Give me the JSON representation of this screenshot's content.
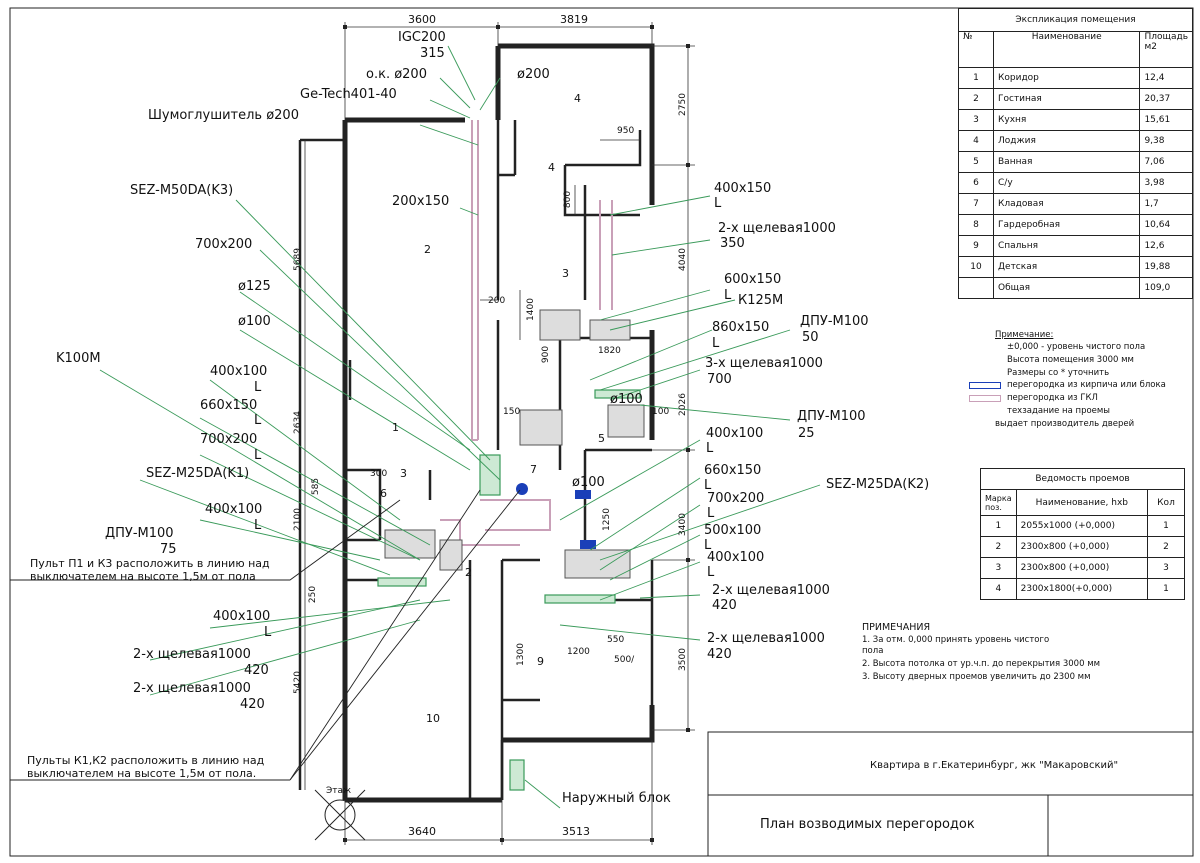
{
  "explication": {
    "title": "Экспликация помещения",
    "col_no": "№",
    "col_name": "Наименование",
    "col_area": "Площадь м2",
    "rows": [
      {
        "no": "1",
        "name": "Коридор",
        "area": "12,4"
      },
      {
        "no": "2",
        "name": "Гостиная",
        "area": "20,37"
      },
      {
        "no": "3",
        "name": "Кухня",
        "area": "15,61"
      },
      {
        "no": "4",
        "name": "Лоджия",
        "area": "9,38"
      },
      {
        "no": "5",
        "name": "Ванная",
        "area": "7,06"
      },
      {
        "no": "6",
        "name": "С/у",
        "area": "3,98"
      },
      {
        "no": "7",
        "name": "Кладовая",
        "area": "1,7"
      },
      {
        "no": "8",
        "name": "Гардеробная",
        "area": "10,64"
      },
      {
        "no": "9",
        "name": "Спальня",
        "area": "12,6"
      },
      {
        "no": "10",
        "name": "Детская",
        "area": "19,88"
      },
      {
        "no": "",
        "name": "Общая",
        "area": "109,0"
      }
    ]
  },
  "notes_legend": {
    "title": "Примечание:",
    "items": [
      "±0,000 - уровень чистого пола",
      "Высота помещения 3000 мм",
      "Размеры со * уточнить",
      "перегородка из кирпича или блока",
      "перегородка из ГКЛ",
      "техзадание на проемы",
      "выдает производитель дверей"
    ]
  },
  "openings": {
    "title": "Ведомость проемов",
    "col_mark": "Марка поз.",
    "col_name": "Наименование, hxb",
    "col_qty": "Кол",
    "rows": [
      {
        "mark": "1",
        "name": "2055х1000 (+0,000)",
        "qty": "1"
      },
      {
        "mark": "2",
        "name": "2300х800 (+0,000)",
        "qty": "2"
      },
      {
        "mark": "3",
        "name": "2300х800 (+0,000)",
        "qty": "3"
      },
      {
        "mark": "4",
        "name": "2300х1800(+0,000)",
        "qty": "1"
      }
    ]
  },
  "remarks": {
    "title": "ПРИМЕЧАНИЯ",
    "lines": [
      "1. За отм. 0,000 принять уровень чистого",
      "пола",
      "2. Высота потолка от ур.ч.п. до перекрытия 3000 мм",
      "3. Высоту дверных проемов увеличить до 2300 мм"
    ]
  },
  "title_block": {
    "project": "Квартира в г.Екатеринбург, жк \"Макаровский\"",
    "sheet_name": "План возводимых перегородок"
  },
  "labels": {
    "dim_top_left": "3600",
    "dim_top_right": "3819",
    "dim_bottom_left": "3640",
    "dim_bottom_right": "3513",
    "igc": "IGC200",
    "igc_val": "315",
    "ok200": "о.к. ø200",
    "d200": "ø200",
    "getech": "Ge-Tech401-40",
    "muffler": "Шумоглушитель ø200",
    "sez_k3": "SEZ-M50DA(K3)",
    "d200x150": "200x150",
    "d700x200_a": "700x200",
    "d125": "ø125",
    "d100": "ø100",
    "k100m": "K100M",
    "d400x100_a": "400x100",
    "L": "L",
    "d660x150_a": "660x150",
    "d700x200_b": "700x200",
    "sez_k1": "SEZ-M25DA(K1)",
    "d400x100_b": "400x100",
    "dpu100_a": "ДПУ-М100",
    "dpu100_a_val": "75",
    "remote_note1_l1": "Пульт П1 и К3 расположить в линию над",
    "remote_note1_l2": "выключателем на высоте 1,5м от пола",
    "d400x100_c": "400x100",
    "slot1000_a": "2-х щелевая1000",
    "slot1000_a_val": "420",
    "slot1000_b": "2-х щелевая1000",
    "slot1000_b_val": "420",
    "remote_note2_l1": "Пульты К1,К2 расположить в линию над",
    "remote_note2_l2": "выключателем на высоте 1,5м от пола.",
    "d400x150": "400x150",
    "slot1000_c": "2-х щелевая1000",
    "slot1000_c_val": "350",
    "d600x150": "600x150",
    "k125m": "К125М",
    "d860x150": "860x150",
    "dpu100_b": "ДПУ-М100",
    "dpu100_b_val": "50",
    "slot1000_d": "3-х щелевая1000",
    "slot1000_d_val": "700",
    "dpu100_c": "ДПУ-М100",
    "dpu100_c_val": "25",
    "d400x100_d": "400x100",
    "sez_k2": "SEZ-M25DA(K2)",
    "d660x150_b": "660x150",
    "d700x200_c": "700x200",
    "d500x100": "500x100",
    "d400x100_e": "400x100",
    "slot1000_e": "2-х щелевая1000",
    "slot1000_e_val": "420",
    "slot1000_f": "2-х щелевая1000",
    "slot1000_f_val": "420",
    "outdoor": "Наружный блок",
    "room1": "1",
    "room2": "2",
    "room3": "3",
    "room4": "4",
    "room5": "5",
    "room6": "6",
    "room7": "7",
    "room9": "9",
    "room10": "10",
    "etazh": "Этаж",
    "v2750": "2750",
    "v950": "950",
    "v800": "800",
    "v4040": "4040",
    "v5689": "5689",
    "v200": "200",
    "v1400": "1400",
    "v1820": "1820",
    "v900": "900",
    "v100": "100",
    "v2026": "2026",
    "v2634": "2634",
    "v585": "585",
    "v2100": "2100",
    "v300": "300",
    "v1250": "1250",
    "v150": "150",
    "v3400": "3400",
    "v250": "250",
    "v1200": "1200",
    "v550": "550",
    "v500": "500/",
    "v1300": "1300",
    "v3500": "3500",
    "v5420": "5420",
    "v2": "2",
    "d100_b": "ø100",
    "d100_c": "ø100"
  }
}
